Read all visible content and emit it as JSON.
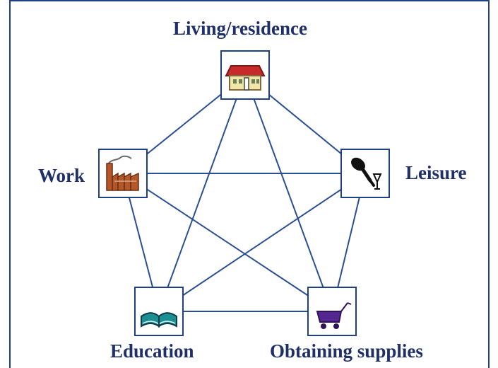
{
  "diagram": {
    "nodes": [
      {
        "id": "living",
        "label": "Living/residence",
        "icon": "house-icon"
      },
      {
        "id": "work",
        "label": "Work",
        "icon": "factory-icon"
      },
      {
        "id": "leisure",
        "label": "Leisure",
        "icon": "racket-and-glass-icon"
      },
      {
        "id": "education",
        "label": "Education",
        "icon": "book-icon"
      },
      {
        "id": "supplies",
        "label": "Obtaining supplies",
        "icon": "shopping-cart-icon"
      }
    ],
    "edges": [
      [
        "living",
        "work"
      ],
      [
        "living",
        "leisure"
      ],
      [
        "living",
        "education"
      ],
      [
        "living",
        "supplies"
      ],
      [
        "work",
        "leisure"
      ],
      [
        "work",
        "education"
      ],
      [
        "work",
        "supplies"
      ],
      [
        "leisure",
        "education"
      ],
      [
        "leisure",
        "supplies"
      ],
      [
        "education",
        "supplies"
      ]
    ],
    "colors": {
      "line": "#2a4f95",
      "label": "#1f2f69",
      "border": "#1f3f86"
    }
  }
}
